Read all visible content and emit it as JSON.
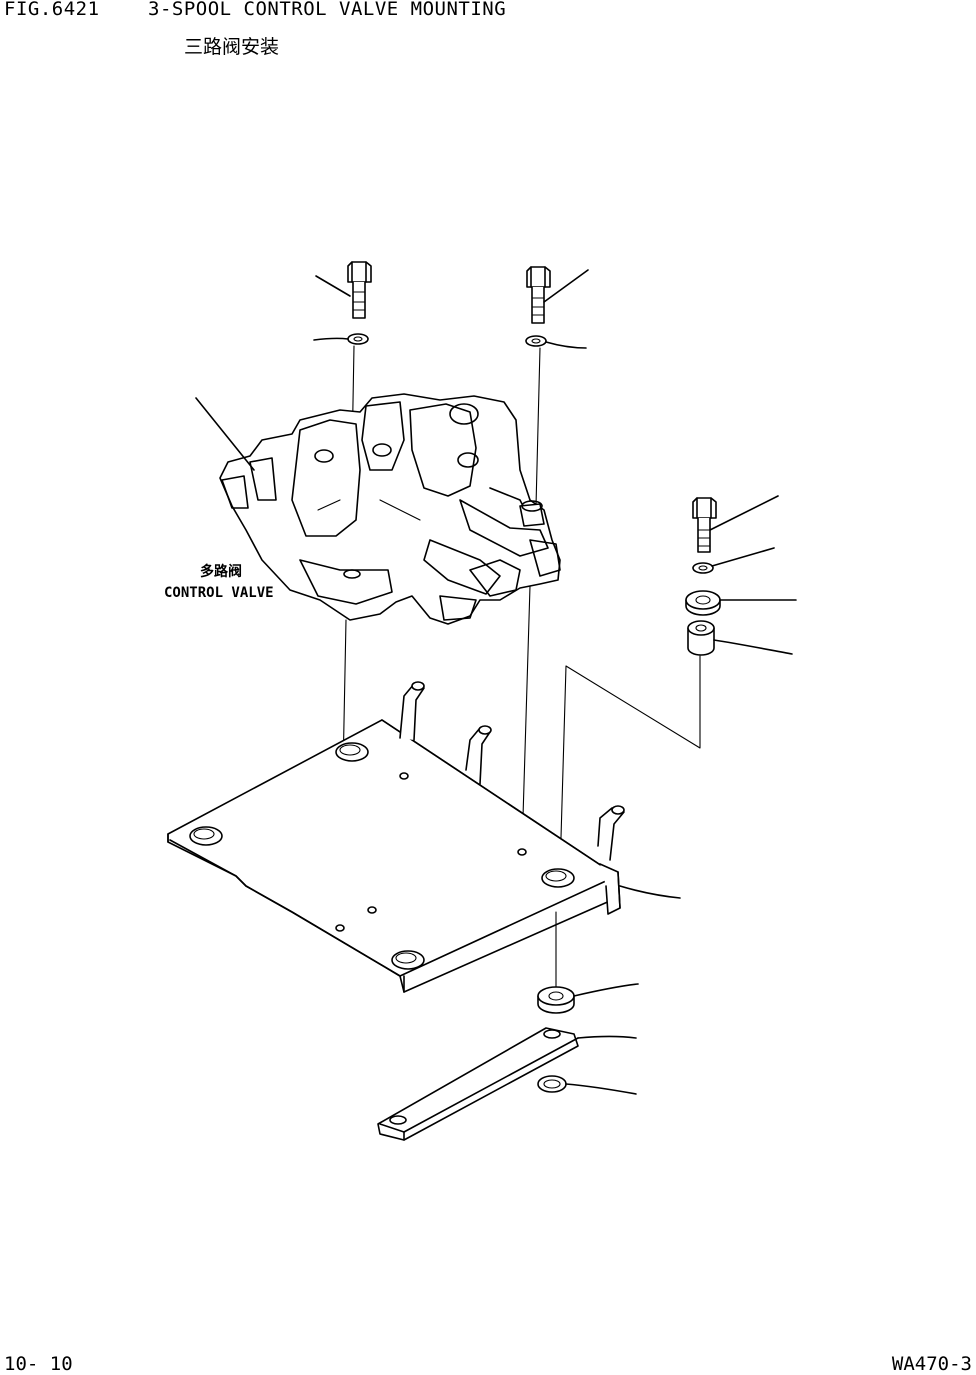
{
  "header": {
    "fig_number": "FIG.6421",
    "title": "3-SPOOL CONTROL VALVE MOUNTING",
    "subtitle": "三路阀安装"
  },
  "labels": {
    "control_valve_cn": "多路阀",
    "control_valve_en": "CONTROL VALVE"
  },
  "footer": {
    "page_number": "10- 10",
    "model_code": "WA470-3"
  }
}
